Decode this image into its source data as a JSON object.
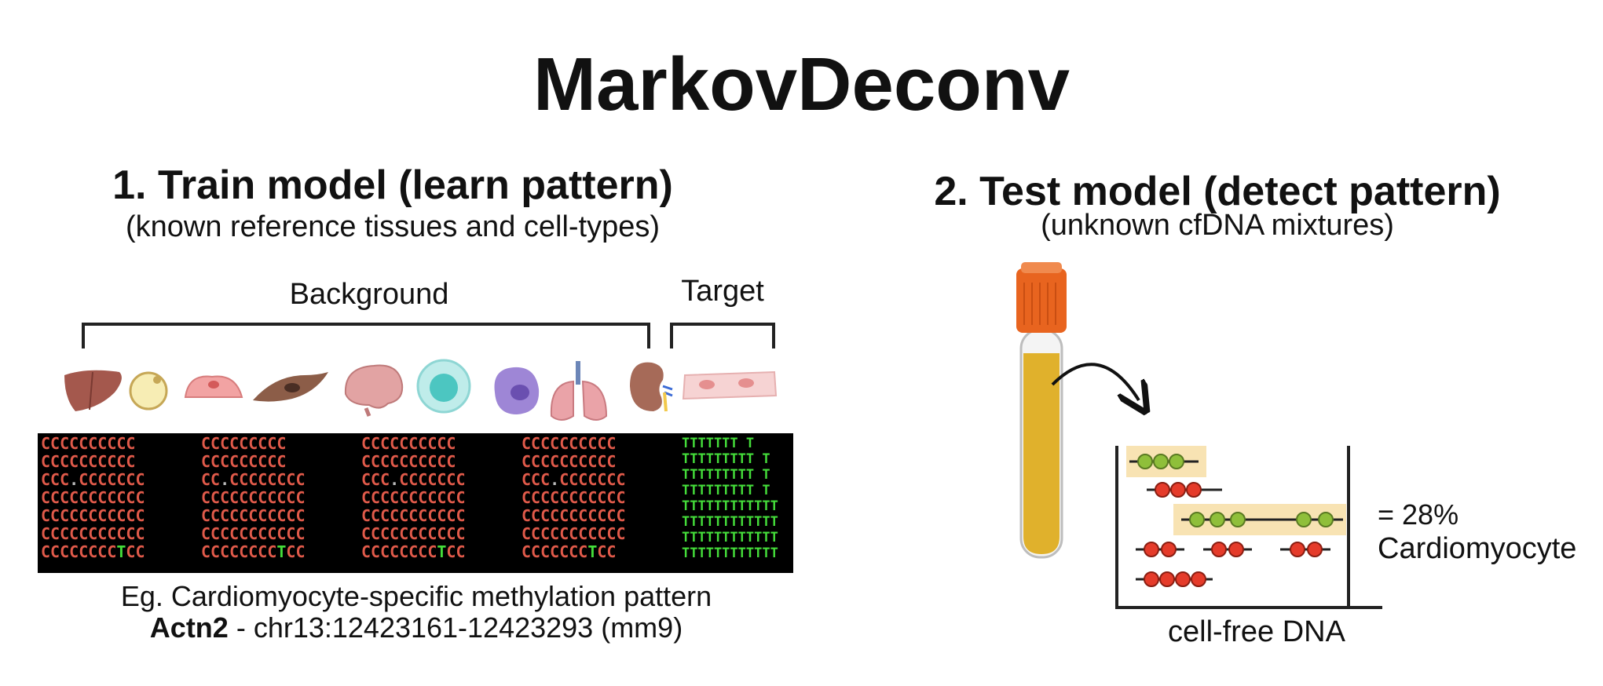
{
  "title": "MarkovDeconv",
  "train": {
    "heading": "1. Train model (learn pattern)",
    "subheading": "(known reference tissues and cell-types)",
    "background_label": "Background",
    "target_label": "Target",
    "tissue_icons": [
      "liver-icon",
      "adipocyte-icon",
      "endothelial-cell-icon",
      "fibroblast-icon",
      "brain-icon",
      "stem-cell-icon",
      "immune-cell-icon",
      "lung-icon",
      "kidney-icon",
      "cardiomyocyte-icon"
    ],
    "background_blocks": [
      [
        "CCCCCCCCCC",
        "CCCCCCCCCC",
        "CCC.CCCCCCC",
        "CCCCCCCCCCC",
        "CCCCCCCCCCC",
        "CCCCCCCCCCC",
        "CCCCCCCCTCC"
      ],
      [
        "CCCCCCCCC",
        "CCCCCCCCC",
        "CC.CCCCCCCC",
        "CCCCCCCCCCC",
        "CCCCCCCCCCC",
        "CCCCCCCCCCC",
        "CCCCCCCCTCC"
      ],
      [
        "CCCCCCCCCC",
        "CCCCCCCCCC",
        "CCC.CCCCCCC",
        "CCCCCCCCCCC",
        "CCCCCCCCCCC",
        "CCCCCCCCCCC",
        "CCCCCCCCTCC"
      ],
      [
        "CCCCCCCCCC",
        "CCCCCCCCCC",
        "CCC.CCCCCCC",
        "CCCCCCCCCCC",
        "CCCCCCCCCCC",
        "CCCCCCCCCCC",
        "CCCCCCCTCC"
      ]
    ],
    "target_block": [
      "TTTTTTT     T",
      "TTTTTTTTT   T",
      "TTTTTTTTT  T",
      "TTTTTTTTT   T",
      "TTTTTTTTTTTT",
      "TTTTTTTTTTTT",
      "TTTTTTTTTTTT",
      "TTTTTTTTTTTT"
    ],
    "footnote_line1": "Eg. Cardiomyocyte-specific methylation pattern",
    "footnote_gene": "Actn2",
    "footnote_rest": " - chr13:12423161-12423293 (mm9)",
    "colors": {
      "methylated": "#e05a4a",
      "unmethylated": "#44dd3a",
      "panel_bg": "#000000"
    }
  },
  "test": {
    "heading": "2. Test model (detect pattern)",
    "subheading": "(unknown cfDNA mixtures)",
    "percent_text": "= 28%",
    "celltype_text": "Cardiomyocyte",
    "cfdna_label": "cell-free DNA",
    "icons": [
      "blood-tube-icon",
      "arrow-icon"
    ],
    "colors": {
      "highlight": "#f8e3b3",
      "target_dot": "#8fbf3a",
      "background_dot": "#e53b2a",
      "tube_cap": "#e8641f",
      "plasma": "#e0b12c"
    }
  }
}
